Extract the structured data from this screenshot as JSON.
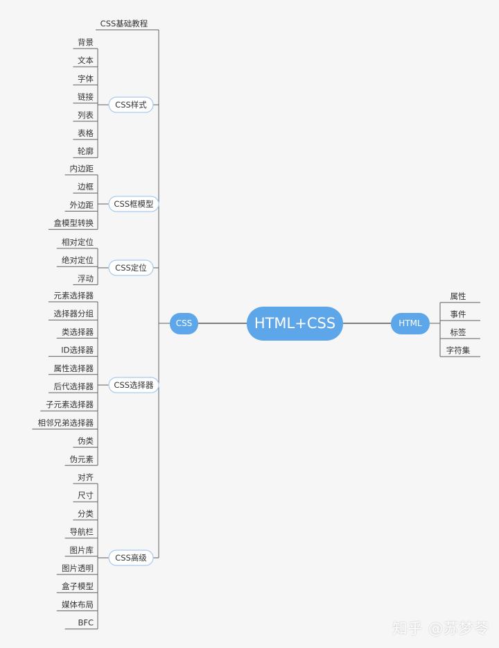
{
  "root": {
    "label": "HTML+CSS"
  },
  "html_branch": {
    "label": "HTML",
    "leaves": [
      "属性",
      "事件",
      "标签",
      "字符集"
    ]
  },
  "css_branch": {
    "label": "CSS",
    "tutorial": "CSS基础教程",
    "groups": [
      {
        "label": "CSS样式",
        "leaves": [
          "背景",
          "文本",
          "字体",
          "链接",
          "列表",
          "表格",
          "轮廓"
        ]
      },
      {
        "label": "CSS框模型",
        "leaves": [
          "内边距",
          "边框",
          "外边距",
          "盒模型转换"
        ]
      },
      {
        "label": "CSS定位",
        "leaves": [
          "相对定位",
          "绝对定位",
          "浮动"
        ]
      },
      {
        "label": "CSS选择器",
        "leaves": [
          "元素选择器",
          "选择器分组",
          "类选择器",
          "ID选择器",
          "属性选择器",
          "后代选择器",
          "子元素选择器",
          "相邻兄弟选择器",
          "伪类",
          "伪元素"
        ]
      },
      {
        "label": "CSS高级",
        "leaves": [
          "对齐",
          "尺寸",
          "分类",
          "导航栏",
          "图片库",
          "图片透明",
          "盒子模型",
          "媒体布局",
          "BFC"
        ]
      }
    ]
  },
  "watermark": "知乎 @苏梦苓"
}
